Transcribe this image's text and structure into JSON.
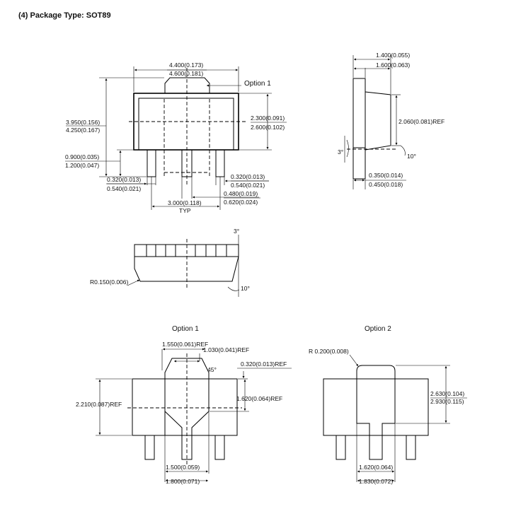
{
  "title": "(4)   Package Type: SOT89",
  "top_view": {
    "width_a": "4.400(0.173)",
    "width_b": "4.600(0.181)",
    "option_label": "Option 1",
    "height_a": "3.950(0.156)",
    "height_b": "4.250(0.167)",
    "body_a": "2.300(0.091)",
    "body_b": "2.600(0.102)",
    "lead_len_a": "0.900(0.035)",
    "lead_len_b": "1.200(0.047)",
    "lead_w_a": "0.320(0.013)",
    "lead_w_b": "0.540(0.021)",
    "lead_w2_a": "0.320(0.013)",
    "lead_w2_b": "0.540(0.021)",
    "center_w_a": "0.480(0.019)",
    "center_w_b": "0.620(0.024)",
    "pitch": "3.000(0.118)",
    "pitch_note": "TYP"
  },
  "side_view": {
    "thick_a": "1.400(0.055)",
    "thick_b": "1.600(0.063)",
    "ref": "2.060(0.081)REF",
    "angle_left": "3°",
    "angle_right": "10°",
    "foot_a": "0.350(0.014)",
    "foot_b": "0.450(0.018)"
  },
  "front_view": {
    "angle_top": "3°",
    "angle_bottom": "10°",
    "radius": "R0.150(0.006)"
  },
  "option1": {
    "label": "Option 1",
    "tab_w": "1.550(0.061)REF",
    "tab_inner": "1.030(0.041)REF",
    "chamfer": "45°",
    "tab_h": "0.320(0.013)REF",
    "body_ref": "1.620(0.064)REF",
    "height_ref": "2.210(0.087)REF",
    "lead_a": "1.500(0.059)",
    "lead_b": "1.800(0.071)"
  },
  "option2": {
    "label": "Option 2",
    "radius": "R 0.200(0.008)",
    "height_a": "2.630(0.104)",
    "height_b": "2.930(0.115)",
    "lead_a": "1.620(0.064)",
    "lead_b": "1.830(0.072)"
  }
}
